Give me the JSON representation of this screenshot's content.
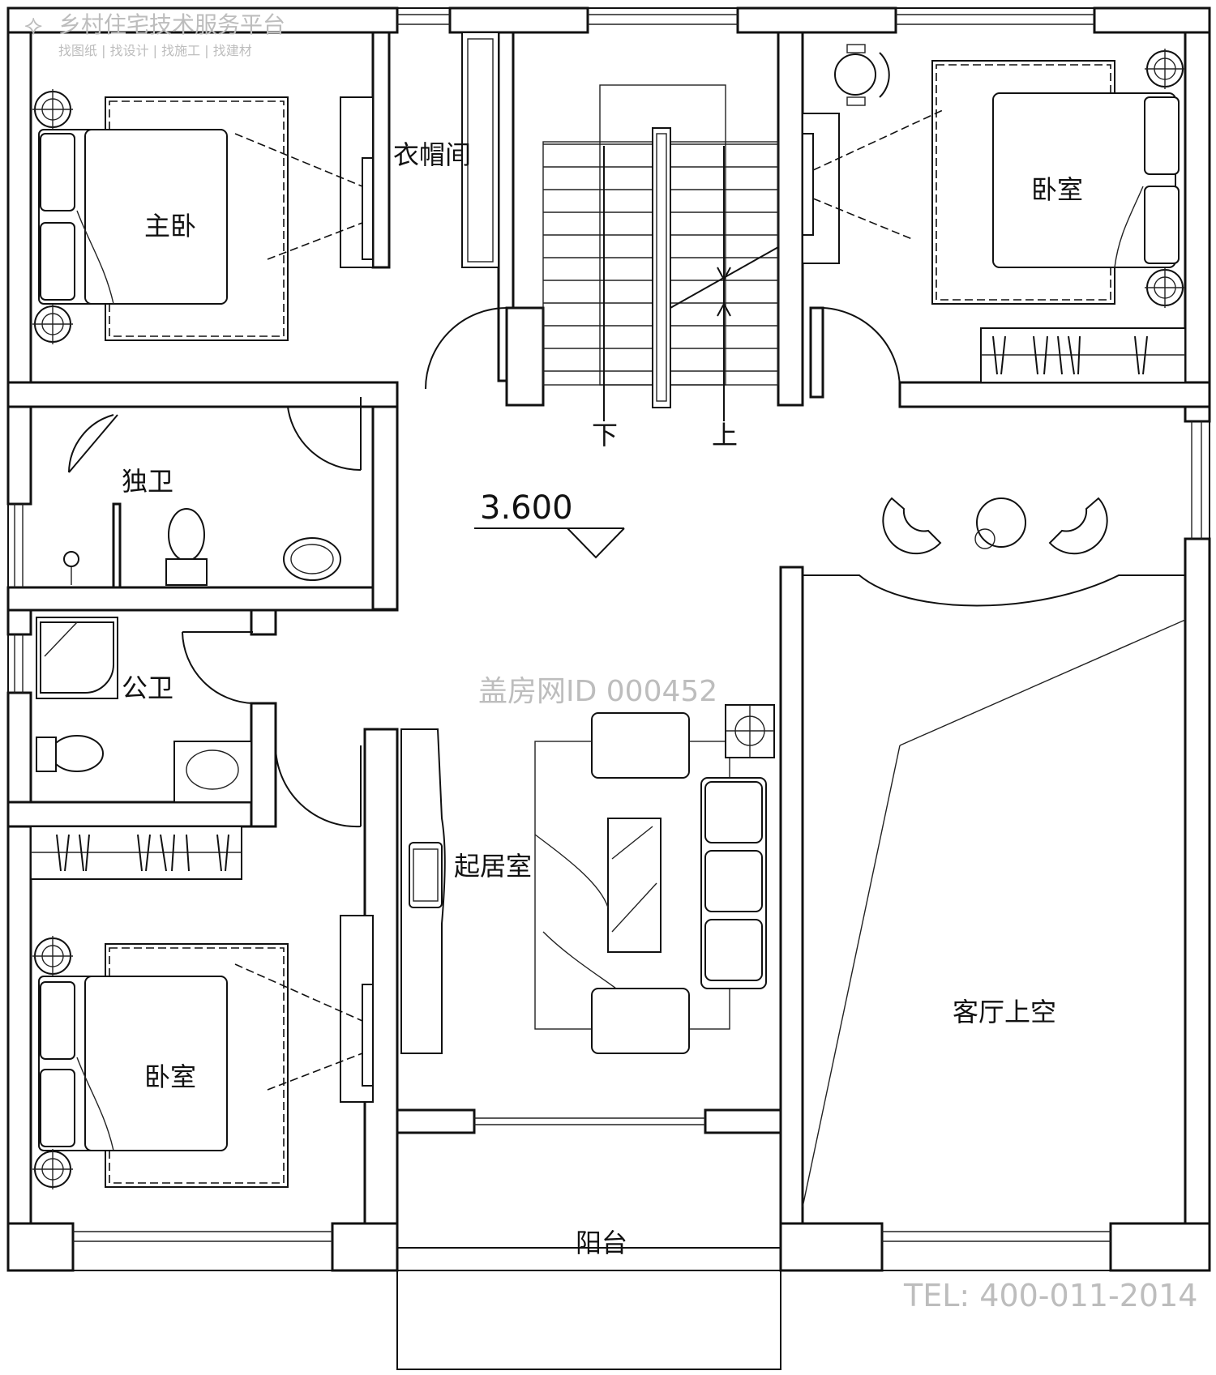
{
  "watermark": {
    "brand": "乡村住宅技术服务平台",
    "links": "找图纸 | 找设计 | 找施工 | 找建材",
    "id_text": "盖房网ID 000452",
    "tel": "TEL: 400-011-2014"
  },
  "rooms": {
    "master_bedroom": "主卧",
    "closet": "衣帽间",
    "bedroom_ne": "卧室",
    "private_bath": "独卫",
    "public_bath": "公卫",
    "living_room": "起居室",
    "bedroom_sw": "卧室",
    "balcony": "阳台",
    "void_above_hall": "客厅上空"
  },
  "stairs": {
    "down": "下",
    "up": "上"
  },
  "elevation": "3.600",
  "colors": {
    "line": "#111111",
    "background": "#ffffff",
    "watermark": "#bdbdbd"
  }
}
